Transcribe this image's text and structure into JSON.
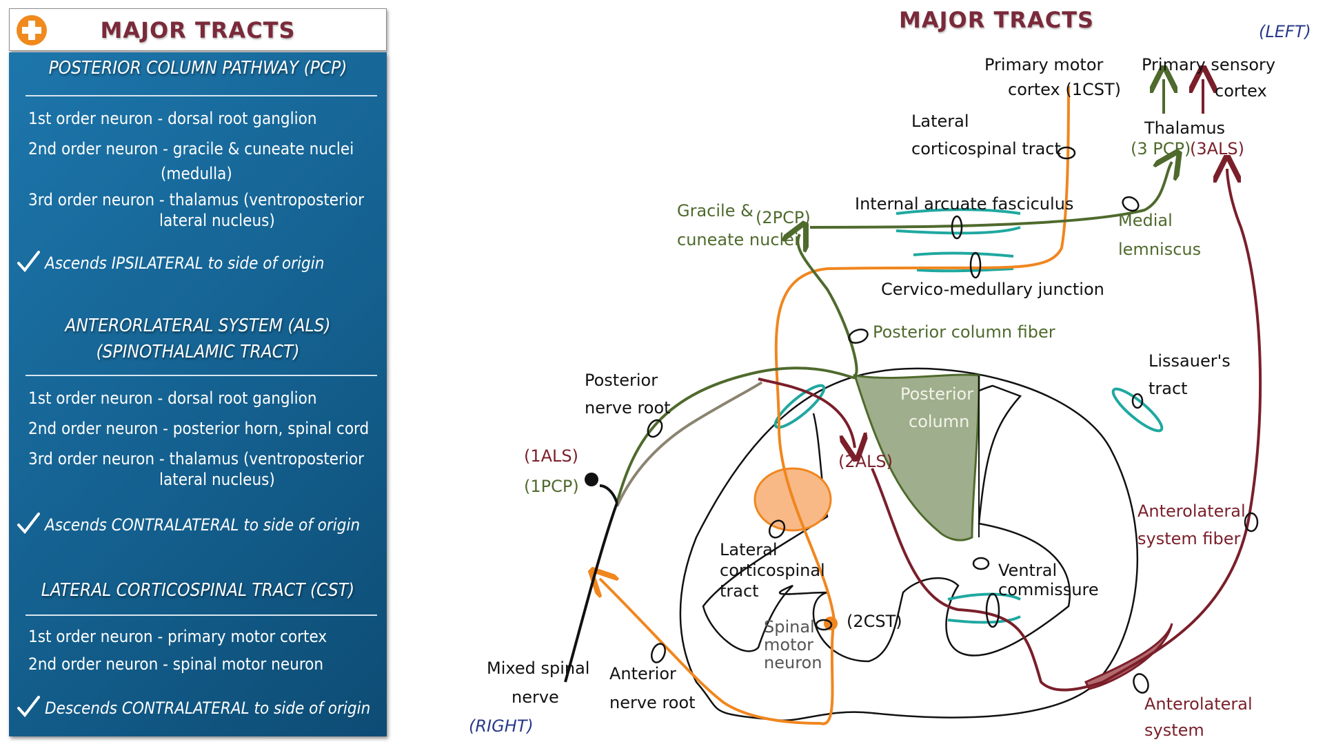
{
  "panel": {
    "header_title": "MAJOR TRACTS",
    "pcp": {
      "title": "POSTERIOR COLUMN PATHWAY (PCP)",
      "line1": "1st order neuron - dorsal root ganglion",
      "line2": "2nd order neuron - gracile & cuneate nuclei",
      "line2b": "(medulla)",
      "line3": "3rd order neuron - thalamus (ventroposterior",
      "line3b": "lateral  nucleus)",
      "note": "Ascends IPSILATERAL to side of origin"
    },
    "als": {
      "title1": "ANTERORLATERAL SYSTEM (ALS)",
      "title2": "(SPINOTHALAMIC TRACT)",
      "line1": "1st order neuron - dorsal root ganglion",
      "line2": "2nd order neuron - posterior horn, spinal cord",
      "line3": "3rd order neuron - thalamus (ventroposterior",
      "line3b": "lateral  nucleus)",
      "note": "Ascends CONTRALATERAL to side of origin"
    },
    "cst": {
      "title": "LATERAL CORTICOSPINAL TRACT (CST)",
      "line1": "1st order neuron - primary motor cortex",
      "line2": "2nd order neuron - spinal motor neuron",
      "note": "Descends CONTRALATERAL to side of origin"
    }
  },
  "diagram": {
    "title": "MAJOR TRACTS",
    "left_side": "(LEFT)",
    "right_side": "(RIGHT)",
    "primary_motor_cortex": "Primary motor",
    "primary_motor_cortex2": "cortex (1CST)",
    "primary_sensory_cortex": "Primary sensory",
    "primary_sensory_cortex2": "cortex",
    "lateral_cst_upper": "Lateral",
    "lateral_cst_upper2": "corticospinal tract",
    "thalamus": "Thalamus",
    "thalamus_pcp": "(3 PCP)",
    "thalamus_als": "(3ALS)",
    "gracile": "Gracile &",
    "gracile2": "cuneate nuclei",
    "pcp2": "(2PCP)",
    "internal_arcuate": "Internal arcuate fasciculus",
    "medial_lemniscus": "Medial",
    "medial_lemniscus2": "lemniscus",
    "cervico_medullary": "Cervico-medullary junction",
    "posterior_column_fiber": "Posterior column fiber",
    "posterior_nerve_root": "Posterior",
    "posterior_nerve_root2": "nerve root",
    "posterior_column": "Posterior",
    "posterior_column2": "column",
    "lissauer": "Lissauer's",
    "lissauer2": "tract",
    "als1": "(1ALS)",
    "pcp1": "(1PCP)",
    "als2": "(2ALS)",
    "anterolateral_fiber": "Anterolateral",
    "anterolateral_fiber2": "system fiber",
    "lateral_cst_lower": "Lateral",
    "lateral_cst_lower2": "corticospinal",
    "lateral_cst_lower3": "tract",
    "ventral_commissure": "Ventral",
    "ventral_commissure2": "commissure",
    "spinal_motor_neuron": "Spinal",
    "spinal_motor_neuron2": "motor",
    "spinal_motor_neuron3": "neuron",
    "cst2": "(2CST)",
    "mixed_spinal_nerve": "Mixed spinal",
    "mixed_spinal_nerve2": "nerve",
    "anterior_nerve_root": "Anterior",
    "anterior_nerve_root2": "nerve root",
    "anterolateral_system": "Anterolateral",
    "anterolateral_system2": "system"
  },
  "colors": {
    "panel_blue": "#1a6fa3",
    "header_text": "#7a2a3a",
    "pcp_green": "#4f6a2d",
    "als_maroon": "#7a1f2a",
    "cst_orange": "#f0861e",
    "lissauer_teal": "#1fa8a0",
    "posterior_column_fill": "#9fae8c",
    "side_label_blue": "#2a3a8a"
  },
  "icons": [
    "plus-circle-icon",
    "checkmark-icon"
  ]
}
